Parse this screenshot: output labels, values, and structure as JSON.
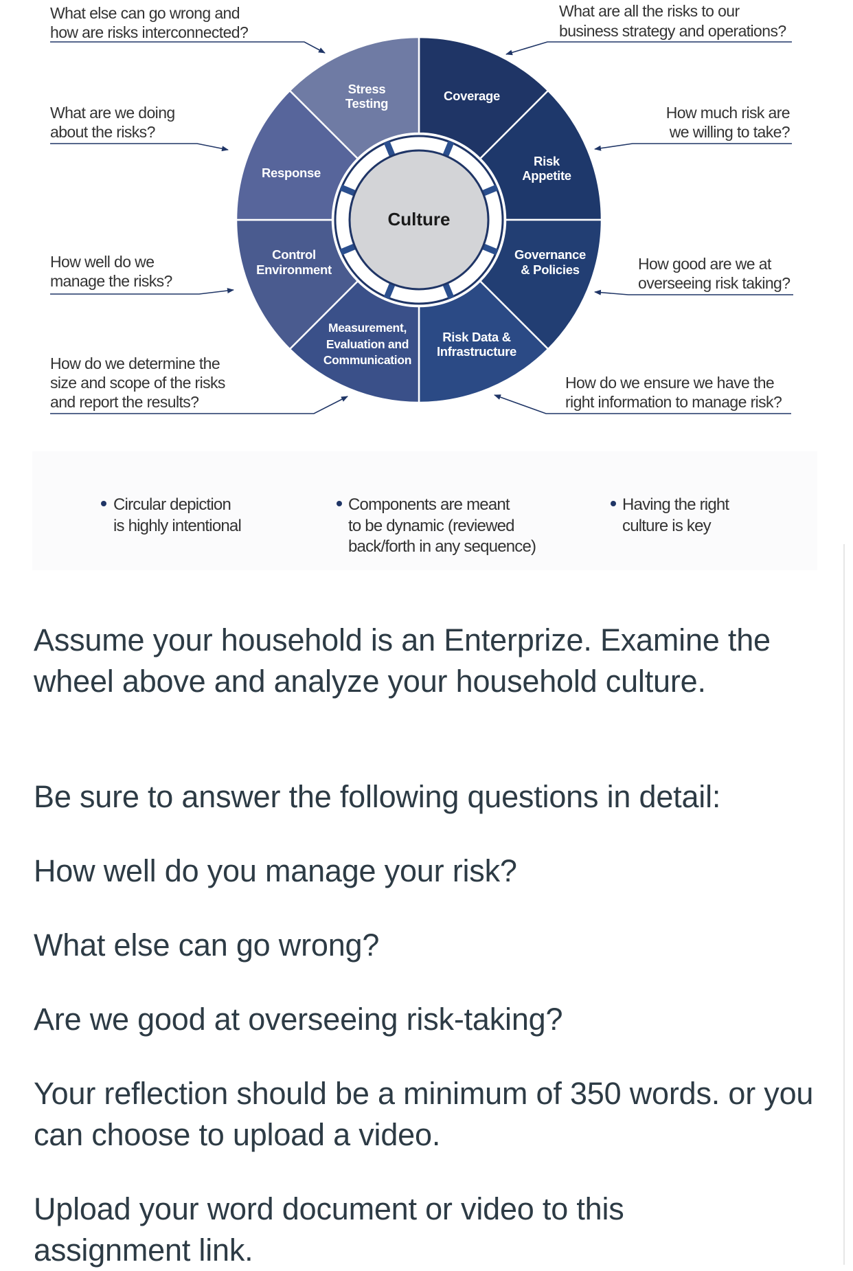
{
  "diagram": {
    "questions": {
      "interconnected": [
        "What else can go wrong and",
        "how are risks interconnected?"
      ],
      "doing": [
        "What are we doing",
        "about the risks?"
      ],
      "manage": [
        "How well do we",
        "manage the risks?"
      ],
      "determine": [
        "How do we determine the",
        "size and scope of the risks",
        "and report the results?"
      ],
      "all_risks": [
        "What are all the risks to our",
        "business strategy and operations?"
      ],
      "willing": [
        "How much risk are",
        "we willing to take?"
      ],
      "overseeing": [
        "How good are we at",
        "overseeing risk taking?"
      ],
      "information": [
        "How do we ensure we have the",
        "right information to manage risk?"
      ]
    },
    "segments": {
      "coverage": {
        "lines": [
          "Coverage"
        ],
        "color": "#1f3566"
      },
      "risk_appetite": {
        "lines": [
          "Risk",
          "Appetite"
        ],
        "color": "#1e386b"
      },
      "governance": {
        "lines": [
          "Governance",
          "& Policies"
        ],
        "color": "#223e73"
      },
      "risk_data": {
        "lines": [
          "Risk Data &",
          "Infrastructure"
        ],
        "color": "#2b4a85"
      },
      "measurement": {
        "lines": [
          "Measurement,",
          "Evaluation and",
          "Communication"
        ],
        "color": "#3a5089"
      },
      "control": {
        "lines": [
          "Control",
          "Environment"
        ],
        "color": "#4a5b8f"
      },
      "response": {
        "lines": [
          "Response"
        ],
        "color": "#57659b"
      },
      "stress": {
        "lines": [
          "Stress",
          "Testing"
        ],
        "color": "#6f7ba4"
      }
    },
    "center": "Culture",
    "bullets": [
      [
        "Circular depiction",
        "is highly intentional"
      ],
      [
        "Components are meant",
        "to be dynamic (reviewed",
        "back/forth in any sequence)"
      ],
      [
        "Having the right",
        "culture is key"
      ]
    ]
  },
  "assignment": {
    "paragraphs": [
      "Assume your household is an Enterprize. Examine the wheel above and analyze your household culture.",
      "Be sure to answer the following questions in detail:",
      "How well do you manage your risk?",
      "What else can go wrong?",
      "Are we good at overseeing risk-taking?",
      "Your reflection should be a minimum of 350 words. or you can choose to upload a video.",
      "Upload your word document or video to this assignment link."
    ]
  }
}
